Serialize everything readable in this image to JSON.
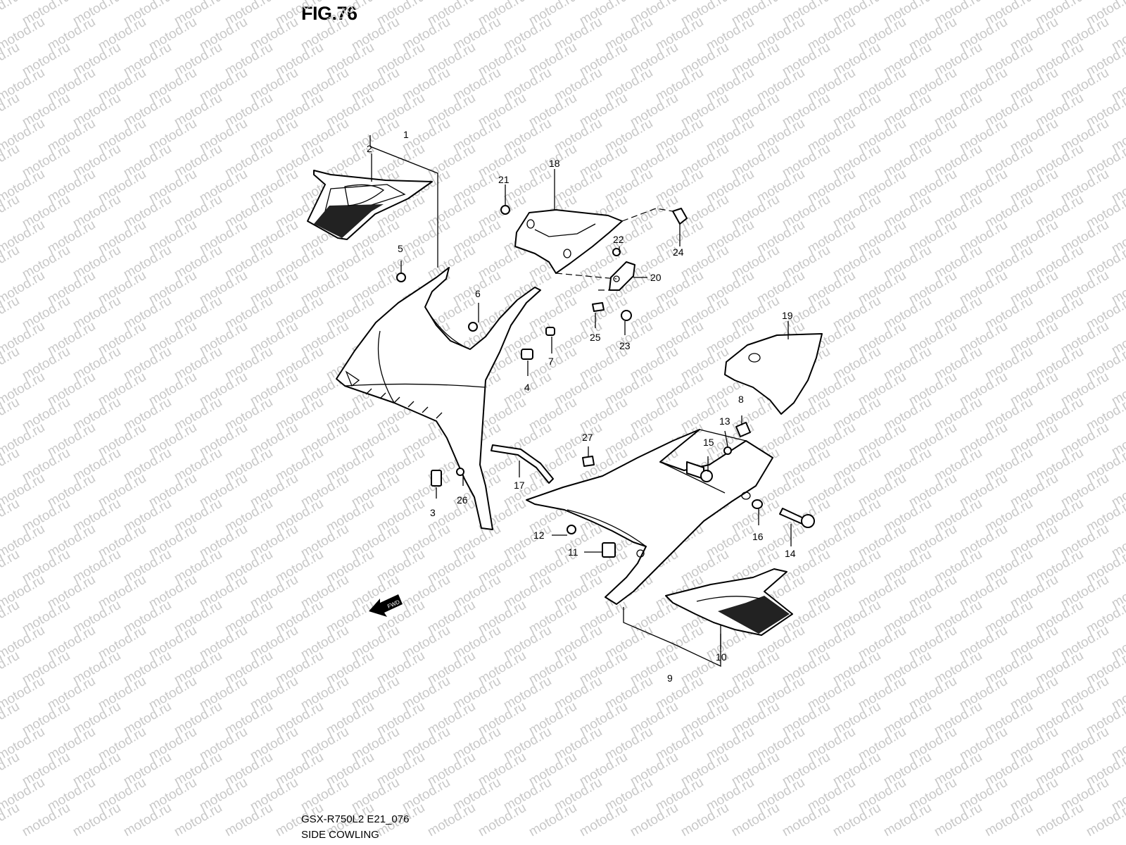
{
  "figure": {
    "title": "FIG.76",
    "model_code": "GSX-R750L2 E21_076",
    "section_name": "SIDE COWLING",
    "watermark": "motod.ru",
    "direction_arrow_label": "FWD"
  },
  "callouts": [
    {
      "id": "1",
      "label": "1"
    },
    {
      "id": "2",
      "label": "2"
    },
    {
      "id": "3",
      "label": "3"
    },
    {
      "id": "4",
      "label": "4"
    },
    {
      "id": "5",
      "label": "5"
    },
    {
      "id": "6",
      "label": "6"
    },
    {
      "id": "7",
      "label": "7"
    },
    {
      "id": "8",
      "label": "8"
    },
    {
      "id": "9",
      "label": "9"
    },
    {
      "id": "10",
      "label": "10"
    },
    {
      "id": "11",
      "label": "11"
    },
    {
      "id": "12",
      "label": "12"
    },
    {
      "id": "13",
      "label": "13"
    },
    {
      "id": "14",
      "label": "14"
    },
    {
      "id": "15",
      "label": "15"
    },
    {
      "id": "16",
      "label": "16"
    },
    {
      "id": "17",
      "label": "17"
    },
    {
      "id": "18",
      "label": "18"
    },
    {
      "id": "19",
      "label": "19"
    },
    {
      "id": "20",
      "label": "20"
    },
    {
      "id": "21",
      "label": "21"
    },
    {
      "id": "22",
      "label": "22"
    },
    {
      "id": "23",
      "label": "23"
    },
    {
      "id": "24",
      "label": "24"
    },
    {
      "id": "25",
      "label": "25"
    },
    {
      "id": "26",
      "label": "26"
    },
    {
      "id": "27",
      "label": "27"
    }
  ]
}
